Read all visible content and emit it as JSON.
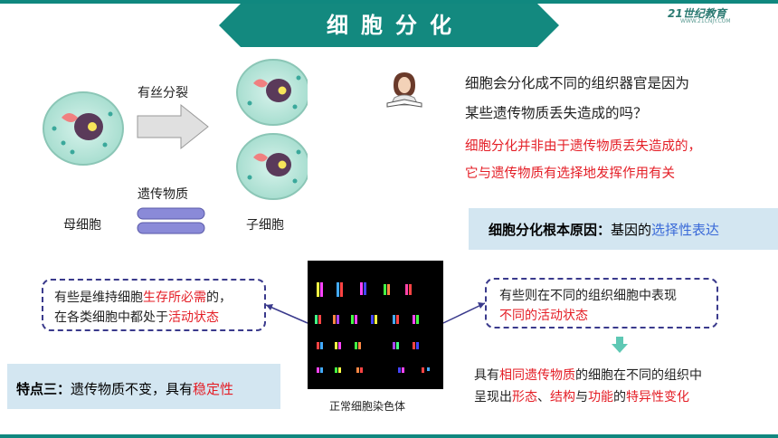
{
  "title": "细胞分化",
  "logo": {
    "main": "21世纪教育",
    "sub": "WWW.21CNJY.COM"
  },
  "diagram": {
    "division_label": "有丝分裂",
    "mother_label": "母细胞",
    "genetic_label": "遗传物质",
    "daughter_label": "子细胞"
  },
  "question": {
    "line1": "细胞会分化成不同的组织器官是因为",
    "line2": "某些遗传物质丢失造成的吗？",
    "answer1": "细胞分化并非由于遗传物质丢失造成的，",
    "answer2": "它与遗传物质有选择地发挥作用有关"
  },
  "reason": {
    "prefix": "细胞分化根本原因：",
    "mid": "基因的",
    "highlight": "选择性表达"
  },
  "left_box": {
    "l1a": "有些是维持细胞",
    "l1b": "生存所必需",
    "l1c": "的，",
    "l2a": "在各类细胞中都处于",
    "l2b": "活动状态"
  },
  "right_box": {
    "l1": "有些则在不同的组织细胞中表现",
    "l2": "不同的活动状态"
  },
  "karyotype_caption": "正常细胞染色体",
  "bottom_right": {
    "l1a": "具有",
    "l1b": "相同遗传物质",
    "l1c": "的细胞在不同的组织中",
    "l2a": "呈现出",
    "l2b": "形态",
    "l2c": "、",
    "l2d": "结构",
    "l2e": "与",
    "l2f": "功能",
    "l2g": "的",
    "l2h": "特异性变化"
  },
  "feature": {
    "prefix": "特点三：",
    "mid": "遗传物质不变，具有",
    "highlight": "稳定性"
  },
  "colors": {
    "teal": "#13897f",
    "red": "#e41e26",
    "blue_box": "#d3e6f1",
    "dash": "#3a3a8c"
  }
}
